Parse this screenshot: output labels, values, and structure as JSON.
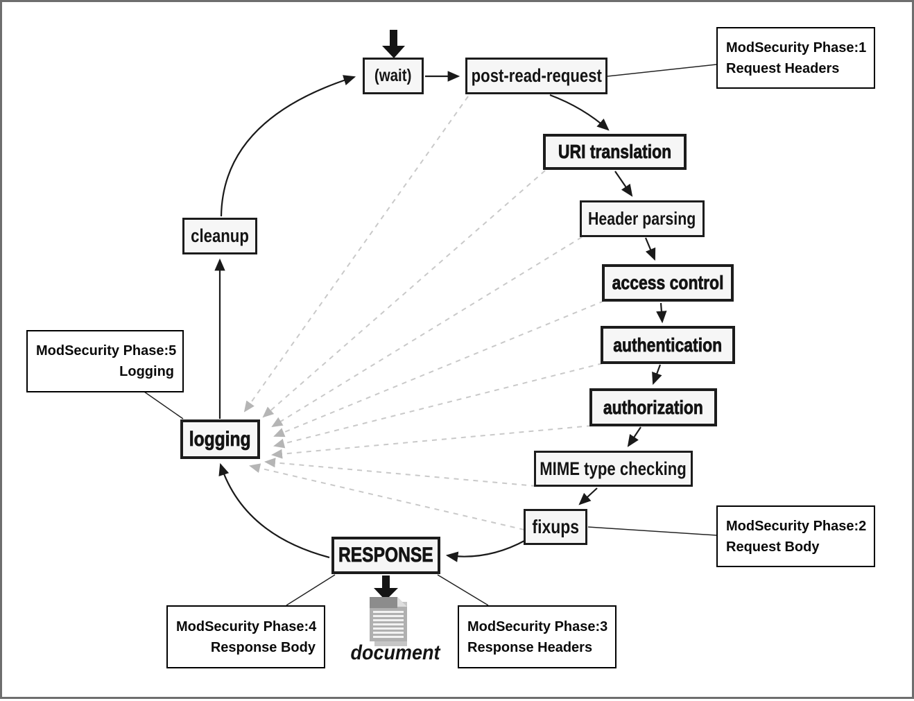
{
  "nodes": {
    "wait": "(wait)",
    "post_read_request": "post-read-request",
    "uri_translation": "URI translation",
    "header_parsing": "Header parsing",
    "access_control": "access control",
    "authentication": "authentication",
    "authorization": "authorization",
    "mime_type_checking": "MIME type checking",
    "fixups": "fixups",
    "response": "RESPONSE",
    "logging": "logging",
    "cleanup": "cleanup"
  },
  "document_label": "document",
  "callouts": {
    "phase1": {
      "line1": "ModSecurity Phase:1",
      "line2": "Request Headers"
    },
    "phase2": {
      "line1": "ModSecurity Phase:2",
      "line2": "Request Body"
    },
    "phase3": {
      "line1": "ModSecurity Phase:3",
      "line2": "Response Headers"
    },
    "phase4": {
      "line1": "ModSecurity Phase:4",
      "line2": "Response Body"
    },
    "phase5": {
      "line1": "ModSecurity Phase:5",
      "line2": "Logging"
    }
  },
  "colors": {
    "node_border": "#1c1c1c",
    "node_background": "#f6f6f6",
    "solid_arrow": "#1a1a1a",
    "dashed_line": "#c9c9c9",
    "dashed_arrowhead": "#b5b5b5",
    "frame_border": "#6e6e6e",
    "document_icon_gray": "#b0b0b0"
  }
}
